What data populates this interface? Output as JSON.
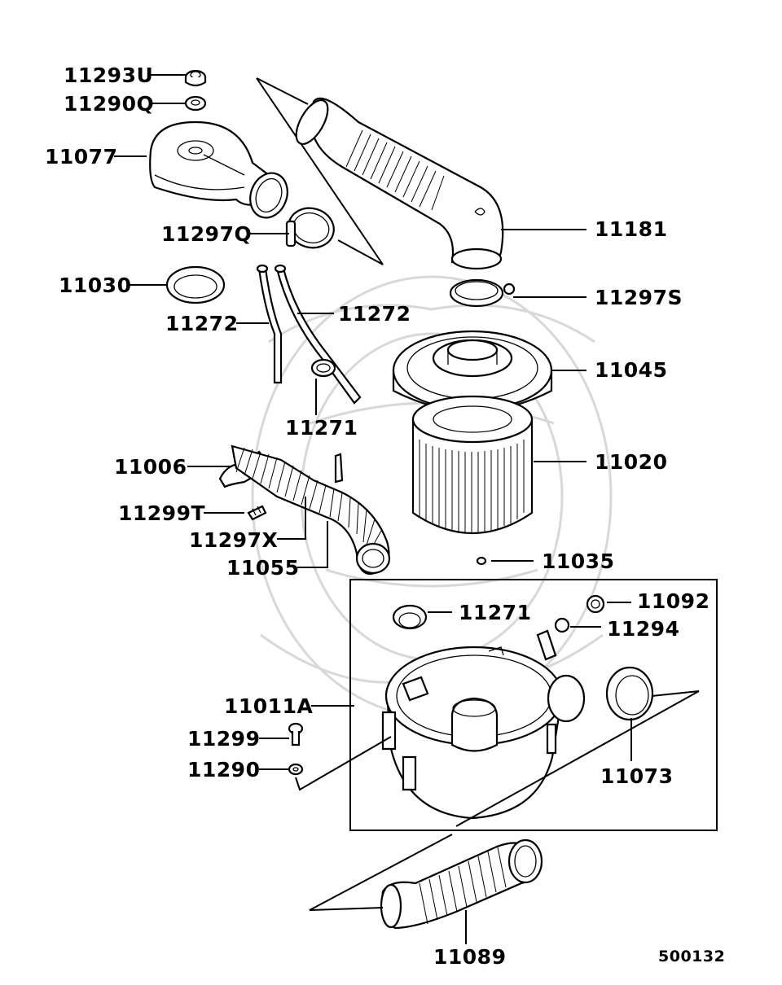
{
  "figure_number": "500132",
  "labels": {
    "11293U": "11293U",
    "11290Q": "11290Q",
    "11077": "11077",
    "11297Q": "11297Q",
    "11030": "11030",
    "11272_left": "11272",
    "11272_right": "11272",
    "11271_top": "11271",
    "11006": "11006",
    "11299T": "11299T",
    "11297X": "11297X",
    "11055": "11055",
    "11181": "11181",
    "11297S": "11297S",
    "11045": "11045",
    "11020": "11020",
    "11035": "11035",
    "11271_box": "11271",
    "11092": "11092",
    "11294": "11294",
    "11011A": "11011A",
    "11299": "11299",
    "11290": "11290",
    "11073": "11073",
    "11089": "11089"
  }
}
